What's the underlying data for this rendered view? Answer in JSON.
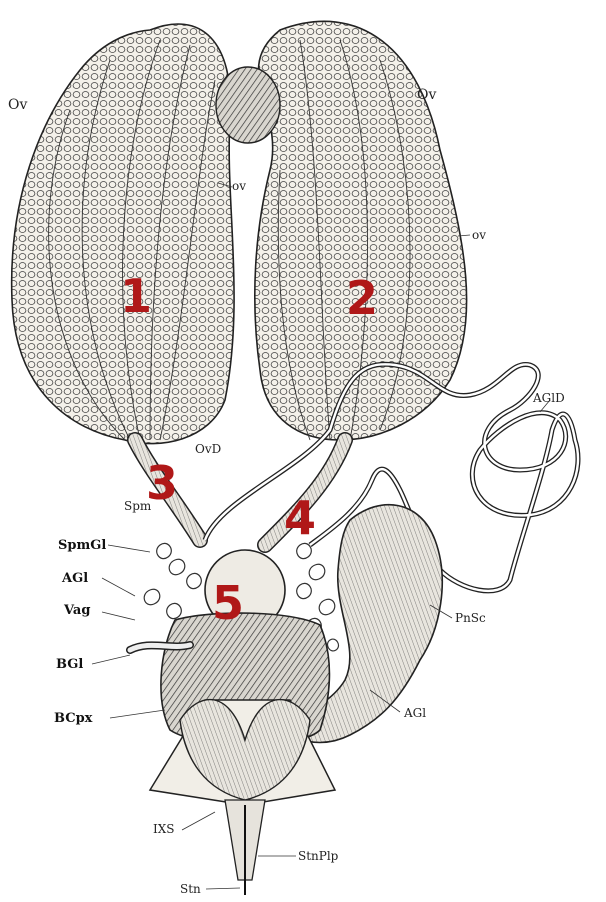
{
  "labels": {
    "ov_left": "Ov",
    "ov_right": "Ov",
    "ov_small_left": "ov",
    "ov_small_right": "ov",
    "ovd": "OvD",
    "spm": "Spm",
    "spmgl": "SpmGl",
    "agl_left": "AGl",
    "vag": "Vag",
    "bgl": "BGl",
    "bcpx": "BCpx",
    "agld": "AGlD",
    "pnsc": "PnSc",
    "agl_right": "AGl",
    "ixs": "IXS",
    "stnplp": "StnPlp",
    "stn": "Stn"
  },
  "numbers": [
    "1",
    "2",
    "3",
    "4",
    "5"
  ],
  "colors": {
    "ink": "#222222",
    "marker": "#b01818",
    "paper": "#ffffff"
  }
}
